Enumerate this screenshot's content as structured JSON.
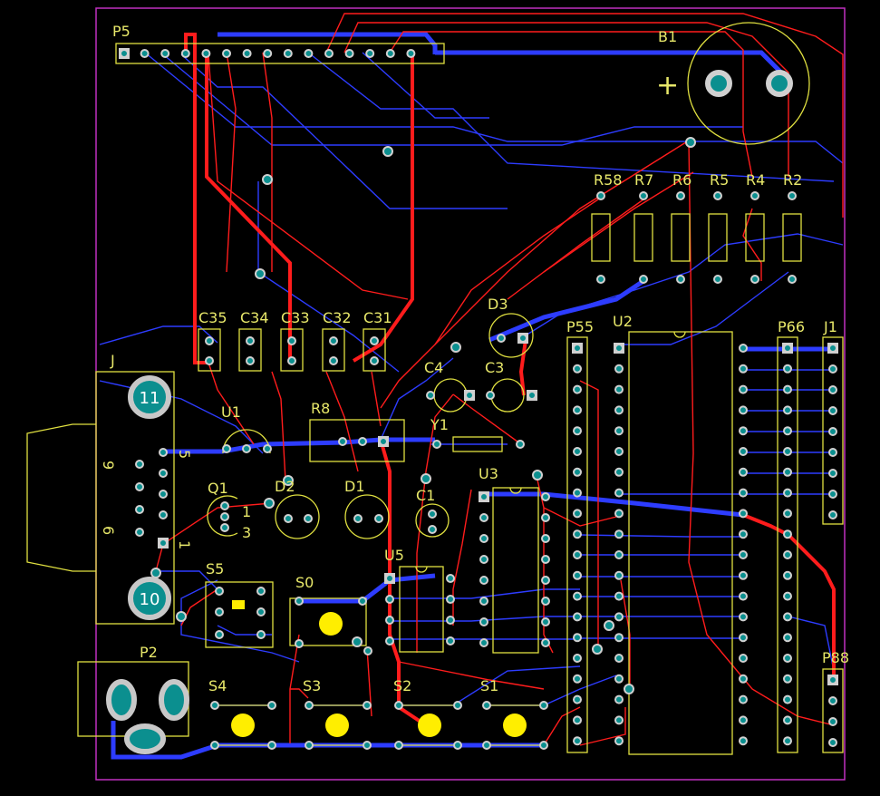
{
  "labels": {
    "P5": "P5",
    "B1": "B1",
    "plus": "+",
    "R58": "R58",
    "R7": "R7",
    "R6": "R6",
    "R5": "R5",
    "R4": "R4",
    "R2": "R2",
    "C35": "C35",
    "C34": "C34",
    "C33": "C33",
    "C32": "C32",
    "C31": "C31",
    "D3": "D3",
    "P55": "P55",
    "U2": "U2",
    "P66": "P66",
    "J1": "J1",
    "J": "J",
    "pin11": "11",
    "pin10": "10",
    "pin9": "9",
    "pin6": "6",
    "pin5": "5",
    "pin1": "1",
    "U1": "U1",
    "R8": "R8",
    "C4": "C4",
    "C3": "C3",
    "Y1": "Y1",
    "Q1": "Q1",
    "q1pin1": "1",
    "q1pin3": "3",
    "D2": "D2",
    "D1": "D1",
    "U3": "U3",
    "C1": "C1",
    "U5": "U5",
    "S5": "S5",
    "S0": "S0",
    "P2": "P2",
    "P88": "P88",
    "S4": "S4",
    "S3": "S3",
    "S2": "S2",
    "S1": "S1"
  },
  "colors": {
    "background": "#000000",
    "board_outline": "#c030c0",
    "top_copper": "#ff1c1c",
    "bottom_copper": "#2d3cff",
    "silkscreen": "#e0e040",
    "pad_fill": "#0b8f8f",
    "pad_ring": "#d0d0d0",
    "button_cap": "#ffee00"
  }
}
